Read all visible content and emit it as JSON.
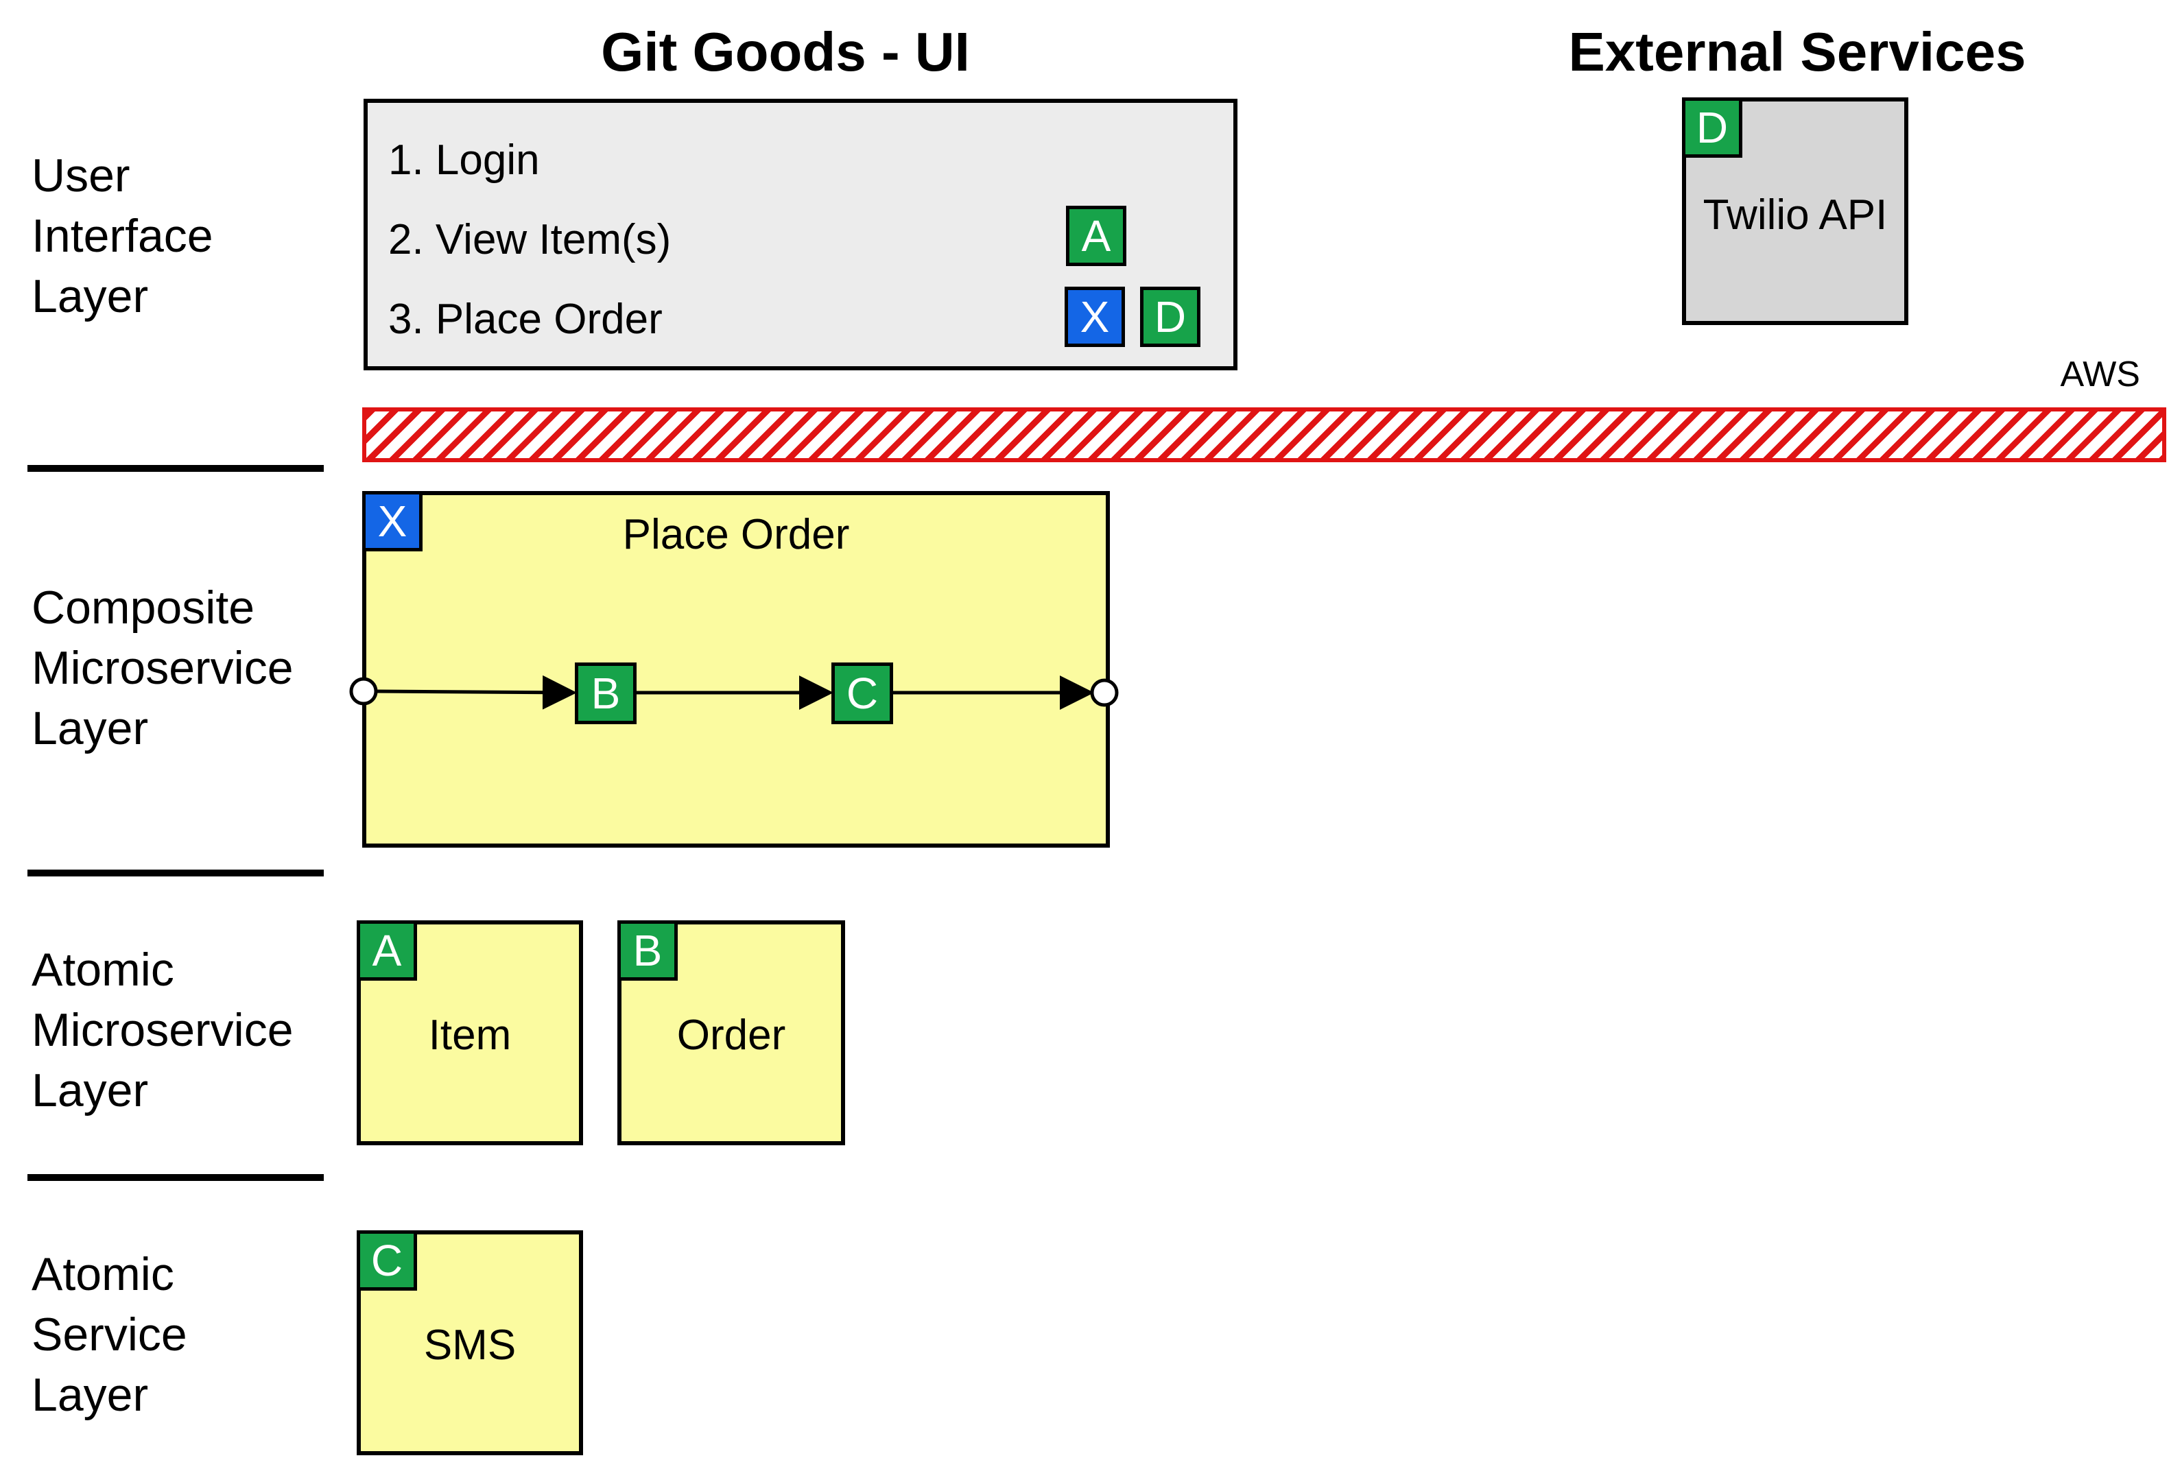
{
  "headings": {
    "ui": "Git Goods - UI",
    "external": "External Services"
  },
  "layers": {
    "ui": "User\nInterface\nLayer",
    "composite": "Composite\nMicroservice\nLayer",
    "atomic_microservice": "Atomic\nMicroservice\nLayer",
    "atomic_service": "Atomic\nService\nLayer"
  },
  "ui_panel": {
    "steps": [
      "1. Login",
      "2. View Item(s)",
      "3. Place Order"
    ],
    "step2_badges": [
      "A"
    ],
    "step3_badges": [
      "X",
      "D"
    ]
  },
  "external": {
    "twilio_label": "Twilio API",
    "badge": "D"
  },
  "aws": {
    "label": "AWS"
  },
  "composite": {
    "title": "Place Order",
    "badge": "X",
    "flow": [
      "B",
      "C"
    ]
  },
  "atomic_microservices": [
    {
      "badge": "A",
      "label": "Item"
    },
    {
      "badge": "B",
      "label": "Order"
    }
  ],
  "atomic_services": [
    {
      "badge": "C",
      "label": "SMS"
    }
  ],
  "colors": {
    "green_badge": "#17a34a",
    "blue_badge": "#1466e6",
    "service_box": "#fbfba0",
    "aws_stripe": "#e01414",
    "ui_panel": "#ececec",
    "external_box": "#d6d6d6"
  }
}
